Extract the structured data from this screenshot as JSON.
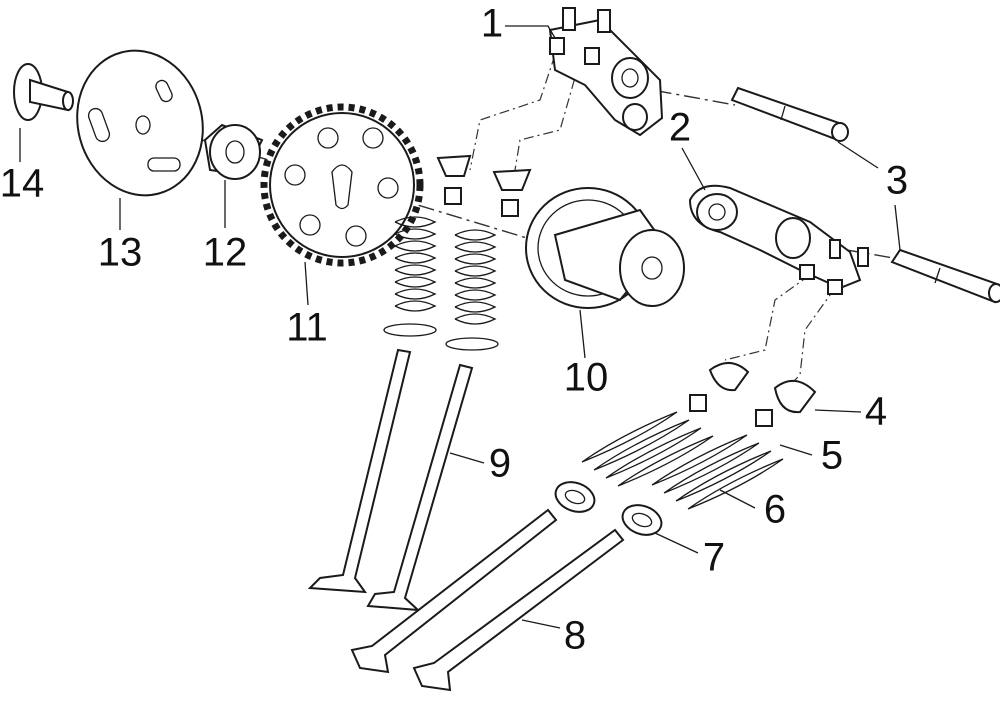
{
  "labels": {
    "part_1": "1",
    "part_2": "2",
    "part_3": "3",
    "part_4": "4",
    "part_5": "5",
    "part_6": "6",
    "part_7": "7",
    "part_8": "8",
    "part_9": "9",
    "part_10": "10",
    "part_11": "11",
    "part_12": "12",
    "part_13": "13",
    "part_14": "14"
  },
  "colors": {
    "ink": "#1a1a1a",
    "background": "#ffffff"
  }
}
